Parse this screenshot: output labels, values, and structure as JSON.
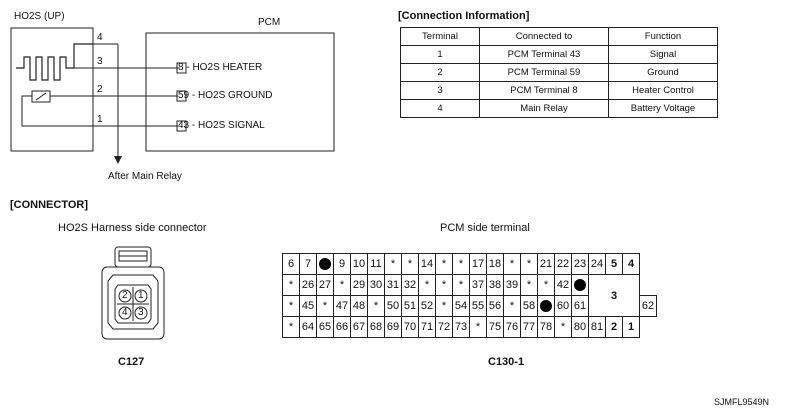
{
  "wiring": {
    "sensor_label": "HO2S (UP)",
    "pcm_label": "PCM",
    "pin_numbers": [
      "4",
      "3",
      "2",
      "1"
    ],
    "pcm_pins": [
      "8",
      "59",
      "43"
    ],
    "pcm_terminal_labels": [
      " - HO2S HEATER",
      " - HO2S GROUND",
      " - HO2S SIGNAL"
    ],
    "relay_note": "After Main Relay"
  },
  "connection_info": {
    "title": "[Connection Information]",
    "headers": [
      "Terminal",
      "Connected to",
      "Function"
    ],
    "rows": [
      [
        "1",
        "PCM Terminal 43",
        "Signal"
      ],
      [
        "2",
        "PCM Terminal 59",
        "Ground"
      ],
      [
        "3",
        "PCM Terminal 8",
        "Heater Control"
      ],
      [
        "4",
        "Main Relay",
        "Battery Voltage"
      ]
    ]
  },
  "connector": {
    "title": "[CONNECTOR]",
    "harness_label": "HO2S Harness side connector",
    "harness_pins": [
      "2",
      "1",
      "4",
      "3"
    ],
    "harness_code": "C127",
    "pcm_side_label": "PCM side terminal",
    "pcm_code": "C130-1",
    "pcm_rows": [
      [
        "6",
        "7",
        "●",
        "9",
        "10",
        "11",
        "*",
        "*",
        "14",
        "*",
        "*",
        "17",
        "18",
        "*",
        "*",
        "21",
        "22",
        "23",
        "24",
        "5",
        "4"
      ],
      [
        "*",
        "26",
        "27",
        "*",
        "29",
        "30",
        "31",
        "32",
        "*",
        "*",
        "*",
        "37",
        "38",
        "39",
        "*",
        "*",
        "42",
        "●"
      ],
      [
        "*",
        "45",
        "*",
        "47",
        "48",
        "*",
        "50",
        "51",
        "52",
        "*",
        "54",
        "55",
        "56",
        "*",
        "58",
        "●",
        "60",
        "61",
        "62"
      ],
      [
        "*",
        "64",
        "65",
        "66",
        "67",
        "68",
        "69",
        "70",
        "71",
        "72",
        "73",
        "*",
        "75",
        "76",
        "77",
        "78",
        "*",
        "80",
        "81",
        "2",
        "1"
      ]
    ],
    "pcm_merged_cell": "3"
  },
  "image_code": "SJMFL9549N"
}
